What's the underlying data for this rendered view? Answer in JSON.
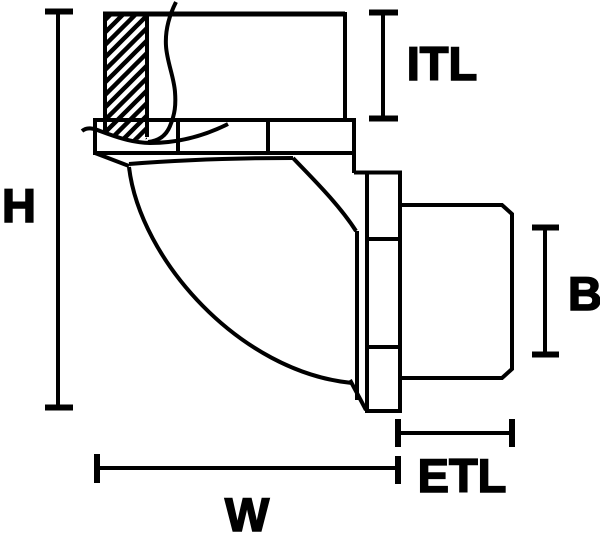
{
  "drawing": {
    "labels": {
      "h": "H",
      "itl": "ITL",
      "b": "B",
      "etl": "ETL",
      "w": "W"
    },
    "colors": {
      "ink": "#000000",
      "background": "#ffffff"
    }
  }
}
